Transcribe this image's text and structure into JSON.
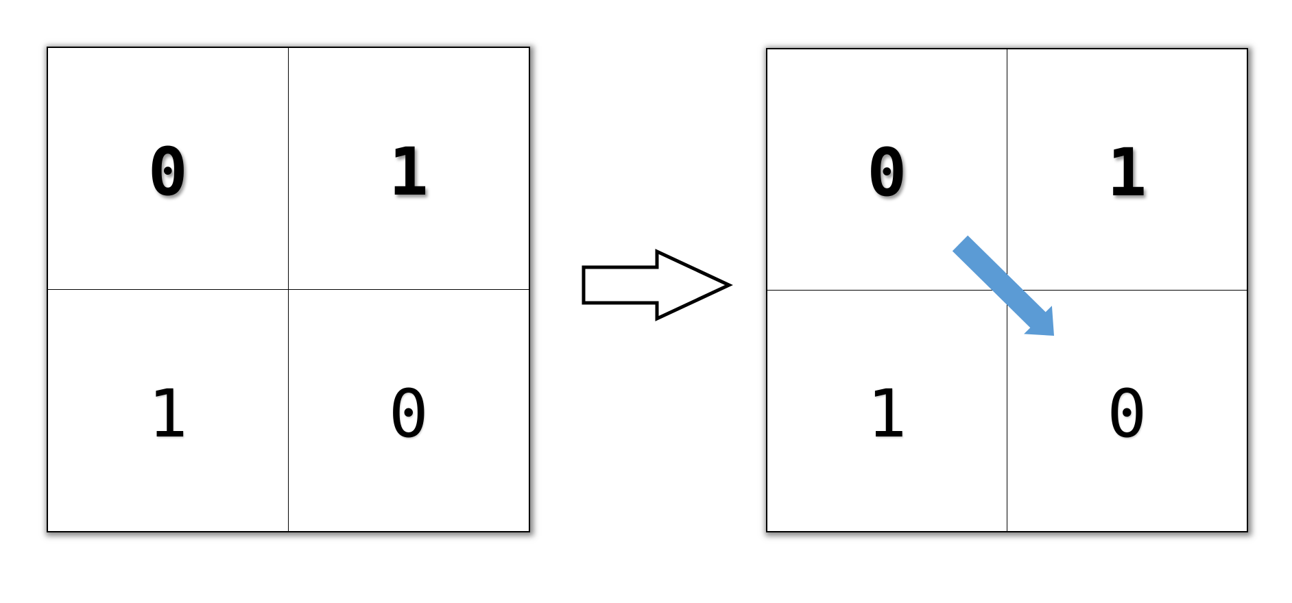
{
  "canvas": {
    "background": "#ffffff"
  },
  "left_grid": {
    "cells": [
      {
        "value": "0",
        "weight": "bold"
      },
      {
        "value": "1",
        "weight": "bold"
      },
      {
        "value": "1",
        "weight": "regular"
      },
      {
        "value": "0",
        "weight": "regular"
      }
    ]
  },
  "right_grid": {
    "cells": [
      {
        "value": "0",
        "weight": "bold"
      },
      {
        "value": "1",
        "weight": "bold"
      },
      {
        "value": "1",
        "weight": "regular"
      },
      {
        "value": "0",
        "weight": "regular"
      }
    ]
  },
  "arrows": {
    "transform": {
      "name": "right-block-arrow",
      "fill": "#ffffff",
      "stroke": "#000000"
    },
    "swap": {
      "name": "diagonal-down-right-arrow",
      "fill": "#5b9bd5"
    }
  }
}
